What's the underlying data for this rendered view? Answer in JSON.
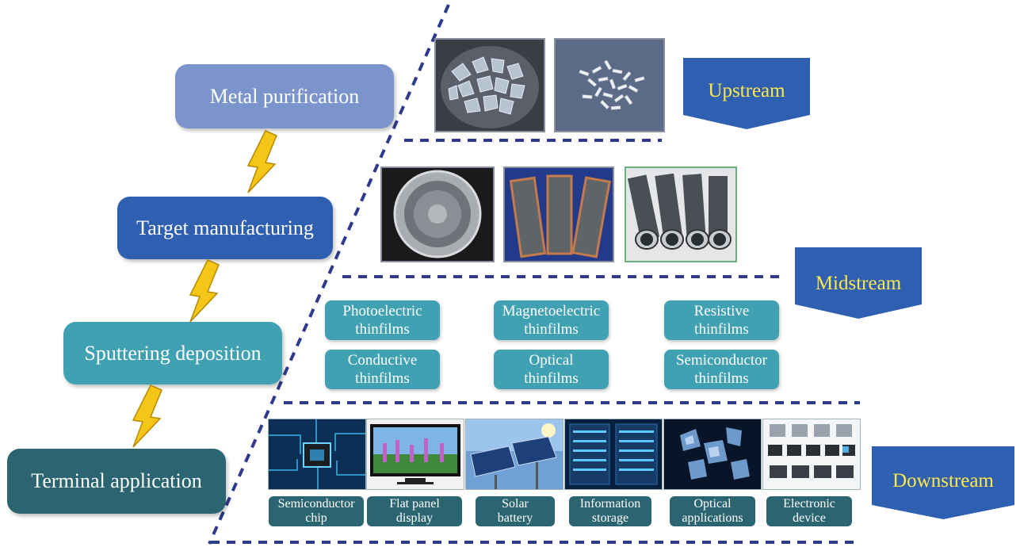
{
  "stages": [
    {
      "label": "Metal purification"
    },
    {
      "label": "Target manufacturing"
    },
    {
      "label": "Sputtering deposition"
    },
    {
      "label": "Terminal application"
    }
  ],
  "tiers": {
    "upstream": {
      "label": "Upstream"
    },
    "midstream": {
      "label": "Midstream"
    },
    "downstream": {
      "label": "Downstream"
    }
  },
  "upstream_images": [
    {
      "name": "metal-chunks-photo"
    },
    {
      "name": "metal-pellets-photo"
    }
  ],
  "midstream_images": [
    {
      "name": "circular-target-photo"
    },
    {
      "name": "planar-targets-photo"
    },
    {
      "name": "rotary-tube-targets-photo"
    }
  ],
  "thinfilms": [
    {
      "label": "Photoelectric\nthinfilms"
    },
    {
      "label": "Magnetoelectric\nthinfilms"
    },
    {
      "label": "Resistive\nthinfilms"
    },
    {
      "label": "Conductive\nthinfilms"
    },
    {
      "label": "Optical\nthinfilms"
    },
    {
      "label": "Semiconductor\nthinfilms"
    }
  ],
  "applications": [
    {
      "label": "Semiconductor\nchip",
      "icon": "chip-photo"
    },
    {
      "label": "Flat panel\ndisplay",
      "icon": "tv-photo"
    },
    {
      "label": "Solar\nbattery",
      "icon": "solar-panel-photo"
    },
    {
      "label": "Information\nstorage",
      "icon": "server-rack-photo"
    },
    {
      "label": "Optical\napplications",
      "icon": "optics-photo"
    },
    {
      "label": "Electronic\ndevice",
      "icon": "electronic-components-photo"
    }
  ],
  "colors": {
    "stage_upstream": "#7b95cc",
    "stage_target": "#2e5fb0",
    "stage_sputter": "#3fa1b2",
    "stage_terminal": "#2a6571",
    "chevron": "#2e5fb0",
    "chevron_text": "#ffe94a",
    "dashed_line": "#2e3a8c",
    "flow_arrow": "#f5c518"
  }
}
